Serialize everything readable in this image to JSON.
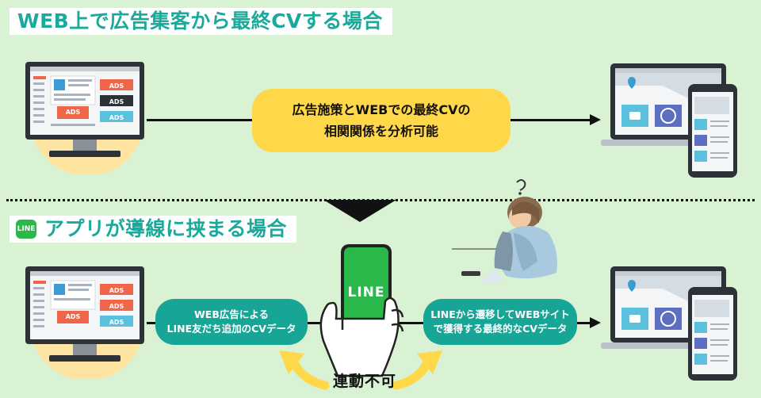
{
  "section1": {
    "title": "WEB上で広告集客から最終CVする場合",
    "center_box": {
      "line1": "広告施策とWEBでの最終CVの",
      "line2": "相関関係を分析可能"
    }
  },
  "section2": {
    "title": "アプリが導線に挟まる場合",
    "line_icon": "LINE",
    "phone_label": "LINE",
    "left_box": {
      "line1": "WEB広告による",
      "line2": "LINE友だち追加のCVデータ"
    },
    "right_box": {
      "line1": "LINEから遷移してWEBサイト",
      "line2": "で獲得する最終的なCVデータ"
    },
    "no_link": "連動不可"
  },
  "ads": [
    "ADS",
    "ADS",
    "ADS",
    "ADS"
  ],
  "colors": {
    "background": "#d9f2d4",
    "teal": "#17a596",
    "yellow": "#ffd84a",
    "line_green": "#2bb84a",
    "ad_orange": "#f0664a"
  }
}
